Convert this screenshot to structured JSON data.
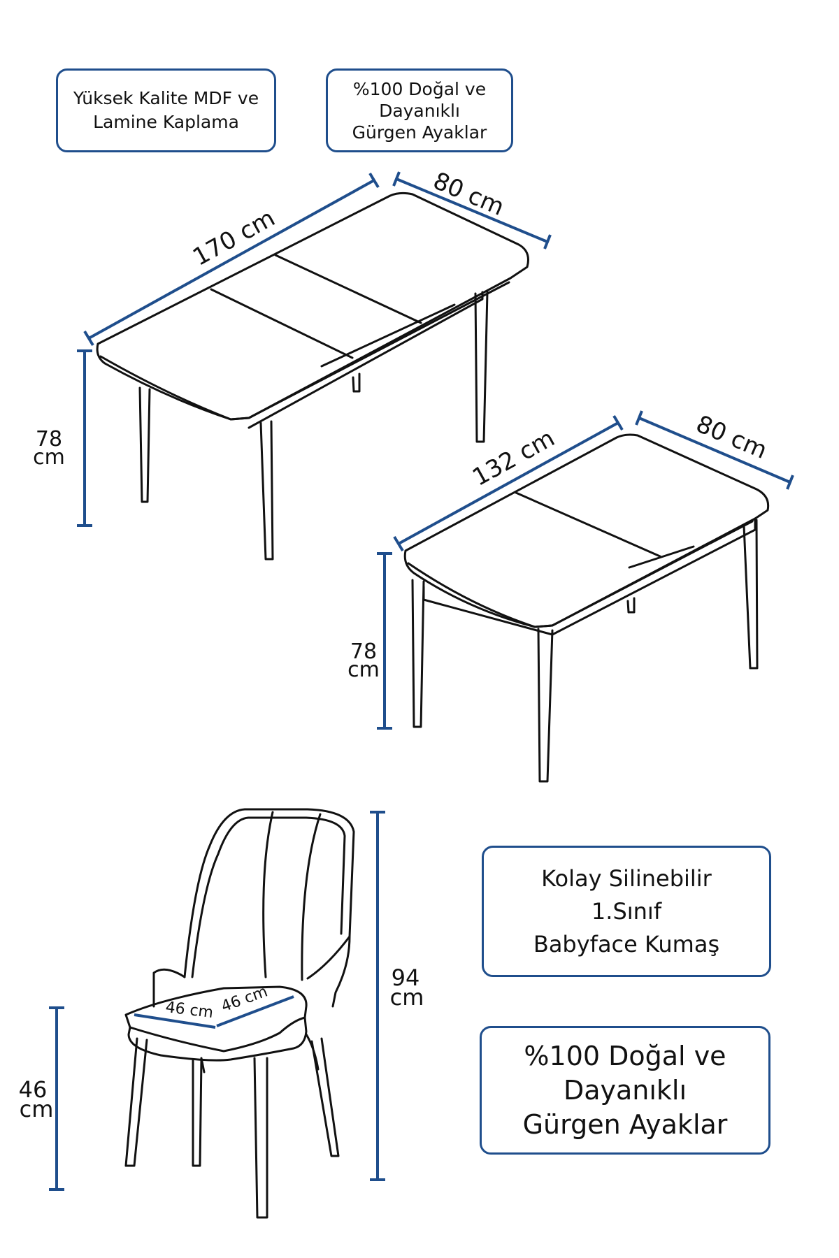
{
  "features": {
    "table_material": [
      "Yüksek Kalite MDF ve",
      "Lamine Kaplama"
    ],
    "table_legs": [
      "%100 Doğal ve",
      "Dayanıklı",
      "Gürgen Ayaklar"
    ],
    "fabric": [
      "Kolay Silinebilir",
      "1.Sınıf",
      "Babyface Kumaş"
    ],
    "chair_legs": [
      "%100 Doğal ve",
      "Dayanıklı",
      "Gürgen Ayaklar"
    ]
  },
  "extended_table": {
    "length": "170 cm",
    "width": "80 cm",
    "height_value": "78",
    "height_unit": "cm"
  },
  "closed_table": {
    "length": "132 cm",
    "width": "80 cm",
    "height_value": "78",
    "height_unit": "cm"
  },
  "chair": {
    "seat_width": "46 cm",
    "seat_depth": "46 cm",
    "seat_height_value": "46",
    "seat_height_unit": "cm",
    "total_height_value": "94",
    "total_height_unit": "cm"
  },
  "colors": {
    "accent": "#1f4e8c",
    "line": "#111111"
  }
}
